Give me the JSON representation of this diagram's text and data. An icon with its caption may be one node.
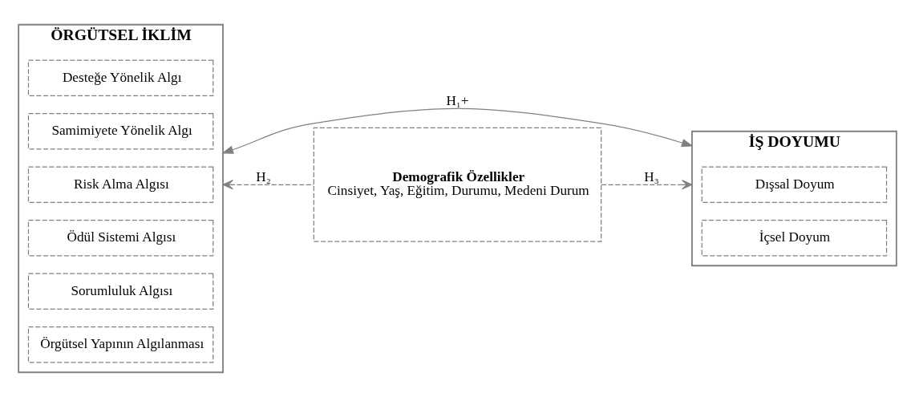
{
  "diagram": {
    "nodes": [
      {
        "text": [
          "ÖRGÜTSEL İKLİM"
        ]
      },
      {
        "text": [
          "Örgütsel Yapının Algılanması"
        ],
        "in": 0
      },
      {
        "text": [
          "Sorumluluk Algısı"
        ],
        "in": 0
      },
      {
        "text": [
          "Ödül Sistemi Algısı"
        ],
        "in": 0
      },
      {
        "text": [
          "Risk Alma Algısı"
        ],
        "in": 0
      },
      {
        "text": [
          "Samimiyete Yönelik Algı"
        ],
        "in": 0
      },
      {
        "text": [
          "Desteğe Yönelik Algı"
        ],
        "in": 0
      },
      {
        "text": [
          "İŞ DOYUMU"
        ]
      },
      {
        "text": [
          "İçsel Doyum"
        ],
        "in": 7
      },
      {
        "text": [
          "Dışsal Doyum"
        ],
        "in": 7
      },
      {
        "text": [
          "Demografik Özellikler",
          "Cinsiyet, Yaş, Eğitim, Durumu, Medeni Durum"
        ]
      }
    ],
    "edges": [
      {
        "from": 0,
        "to": 7,
        "arrow": "both",
        "label": "H₁+"
      },
      {
        "from": 10,
        "to": 0,
        "arrow": "to",
        "label": "H₂",
        "style": "dashed"
      },
      {
        "from": 10,
        "to": 7,
        "arrow": "to",
        "label": "H₃",
        "style": "dashed"
      }
    ]
  }
}
